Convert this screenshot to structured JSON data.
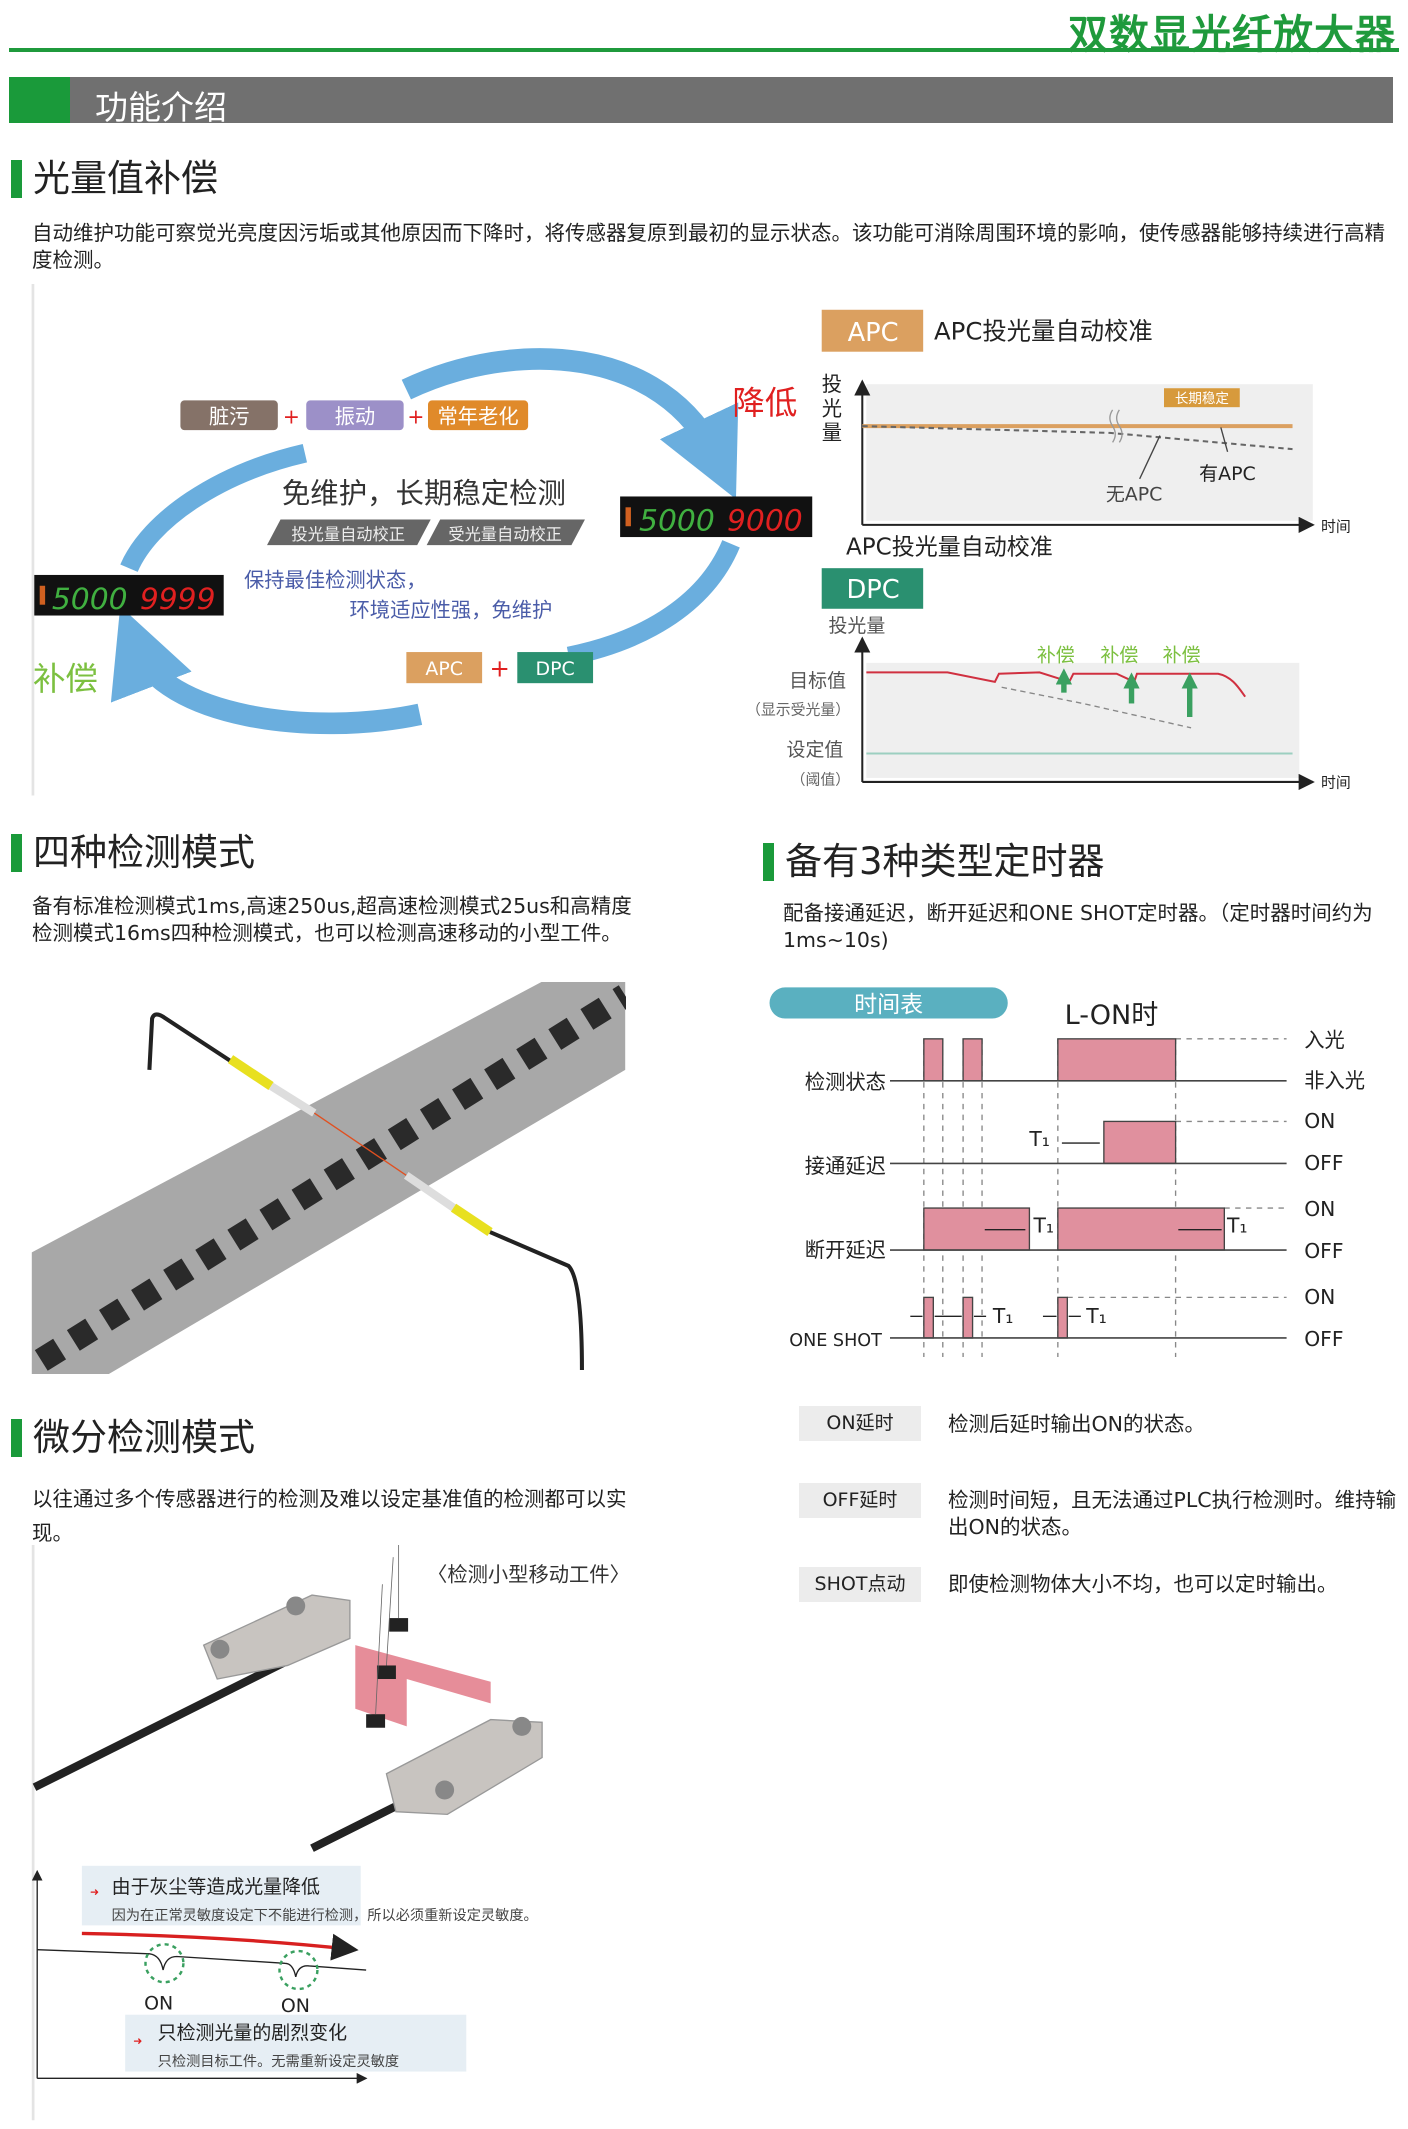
{
  "header": {
    "title": "双数显光纤放大器",
    "banner": "功能介绍"
  },
  "compensation": {
    "heading": "光量值补偿",
    "description": "自动维护功能可察觉光亮度因污垢或其他原因而下降时，将传感器复原到最初的显示状态。该功能可消除周围环境的影响，使传感器能够持续进行高精度检测。",
    "cycle": {
      "factors": [
        "脏污",
        "振动",
        "常年老化"
      ],
      "plus": "+",
      "decrease": "降低",
      "compensate": "补偿",
      "center_title": "免维护，长期稳定检测",
      "tags": [
        "投光量自动校正",
        "受光量自动校正"
      ],
      "benefit_line1": "保持最佳检测状态，",
      "benefit_line2": "环境适应性强，免维护",
      "display_left": {
        "green": "5000",
        "red": "9999"
      },
      "display_right": {
        "green": "5000",
        "red": "9000"
      },
      "apc": "APC",
      "dpc": "DPC"
    },
    "apc_chart": {
      "badge": "APC",
      "title": "APC投光量自动校准",
      "ylabel": [
        "投",
        "光",
        "量"
      ],
      "xlabel": "时间",
      "stable_tag": "长期稳定",
      "without": "无APC",
      "with": "有APC",
      "caption": "APC投光量自动校准"
    },
    "dpc_chart": {
      "badge": "DPC",
      "ylabel": "投光量",
      "target": "目标值",
      "target_sub": "（显示受光量）",
      "threshold": "设定值",
      "threshold_sub": "（阈值）",
      "comp": [
        "补偿",
        "补偿",
        "补偿"
      ],
      "xlabel": "时间"
    },
    "colors": {
      "green": "#1a9a3a",
      "apc": "#dba060",
      "dpc": "#2a9070",
      "arrow": "#6aaede",
      "red": "#e02020"
    }
  },
  "modes": {
    "heading": "四种检测模式",
    "description": "备有标准检测模式1ms,高速250us,超高速检测模式25us和高精度检测模式16ms四种检测模式，也可以检测高速移动的小型工件。"
  },
  "timers": {
    "heading": "备有3种类型定时器",
    "description": "配备接通延迟，断开延迟和ONE SHOT定时器。（定时器时间约为1ms~10s)",
    "chart": {
      "badge": "时间表",
      "mode": "L-ON时",
      "rows": [
        {
          "label": "检测状态",
          "high": "入光",
          "low": "非入光"
        },
        {
          "label": "接通延迟",
          "high": "ON",
          "low": "OFF"
        },
        {
          "label": "断开延迟",
          "high": "ON",
          "low": "OFF"
        },
        {
          "label": "ONE SHOT",
          "high": "ON",
          "low": "OFF"
        }
      ],
      "t1": "T₁"
    },
    "table": [
      {
        "label": "ON延时",
        "desc": "检测后延时输出ON的状态。"
      },
      {
        "label": "OFF延时",
        "desc": "检测时间短，且无法通过PLC执行检测时。维持输出ON的状态。"
      },
      {
        "label": "SHOT点动",
        "desc": "即使检测物体大小不均，也可以定时输出。"
      }
    ]
  },
  "differential": {
    "heading": "微分检测模式",
    "description": "以往通过多个传感器进行的检测及难以设定基准值的检测都可以实现。",
    "caption": "〈检测小型移动工件〉",
    "note1_title": "由于灰尘等造成光量降低",
    "note1_sub": "因为在正常灵敏度设定下不能进行检测，所以必须重新设定灵敏度。",
    "on": [
      "ON",
      "ON"
    ],
    "note2_title": "只检测光量的剧烈变化",
    "note2_sub": "只检测目标工件。无需重新设定灵敏度"
  }
}
